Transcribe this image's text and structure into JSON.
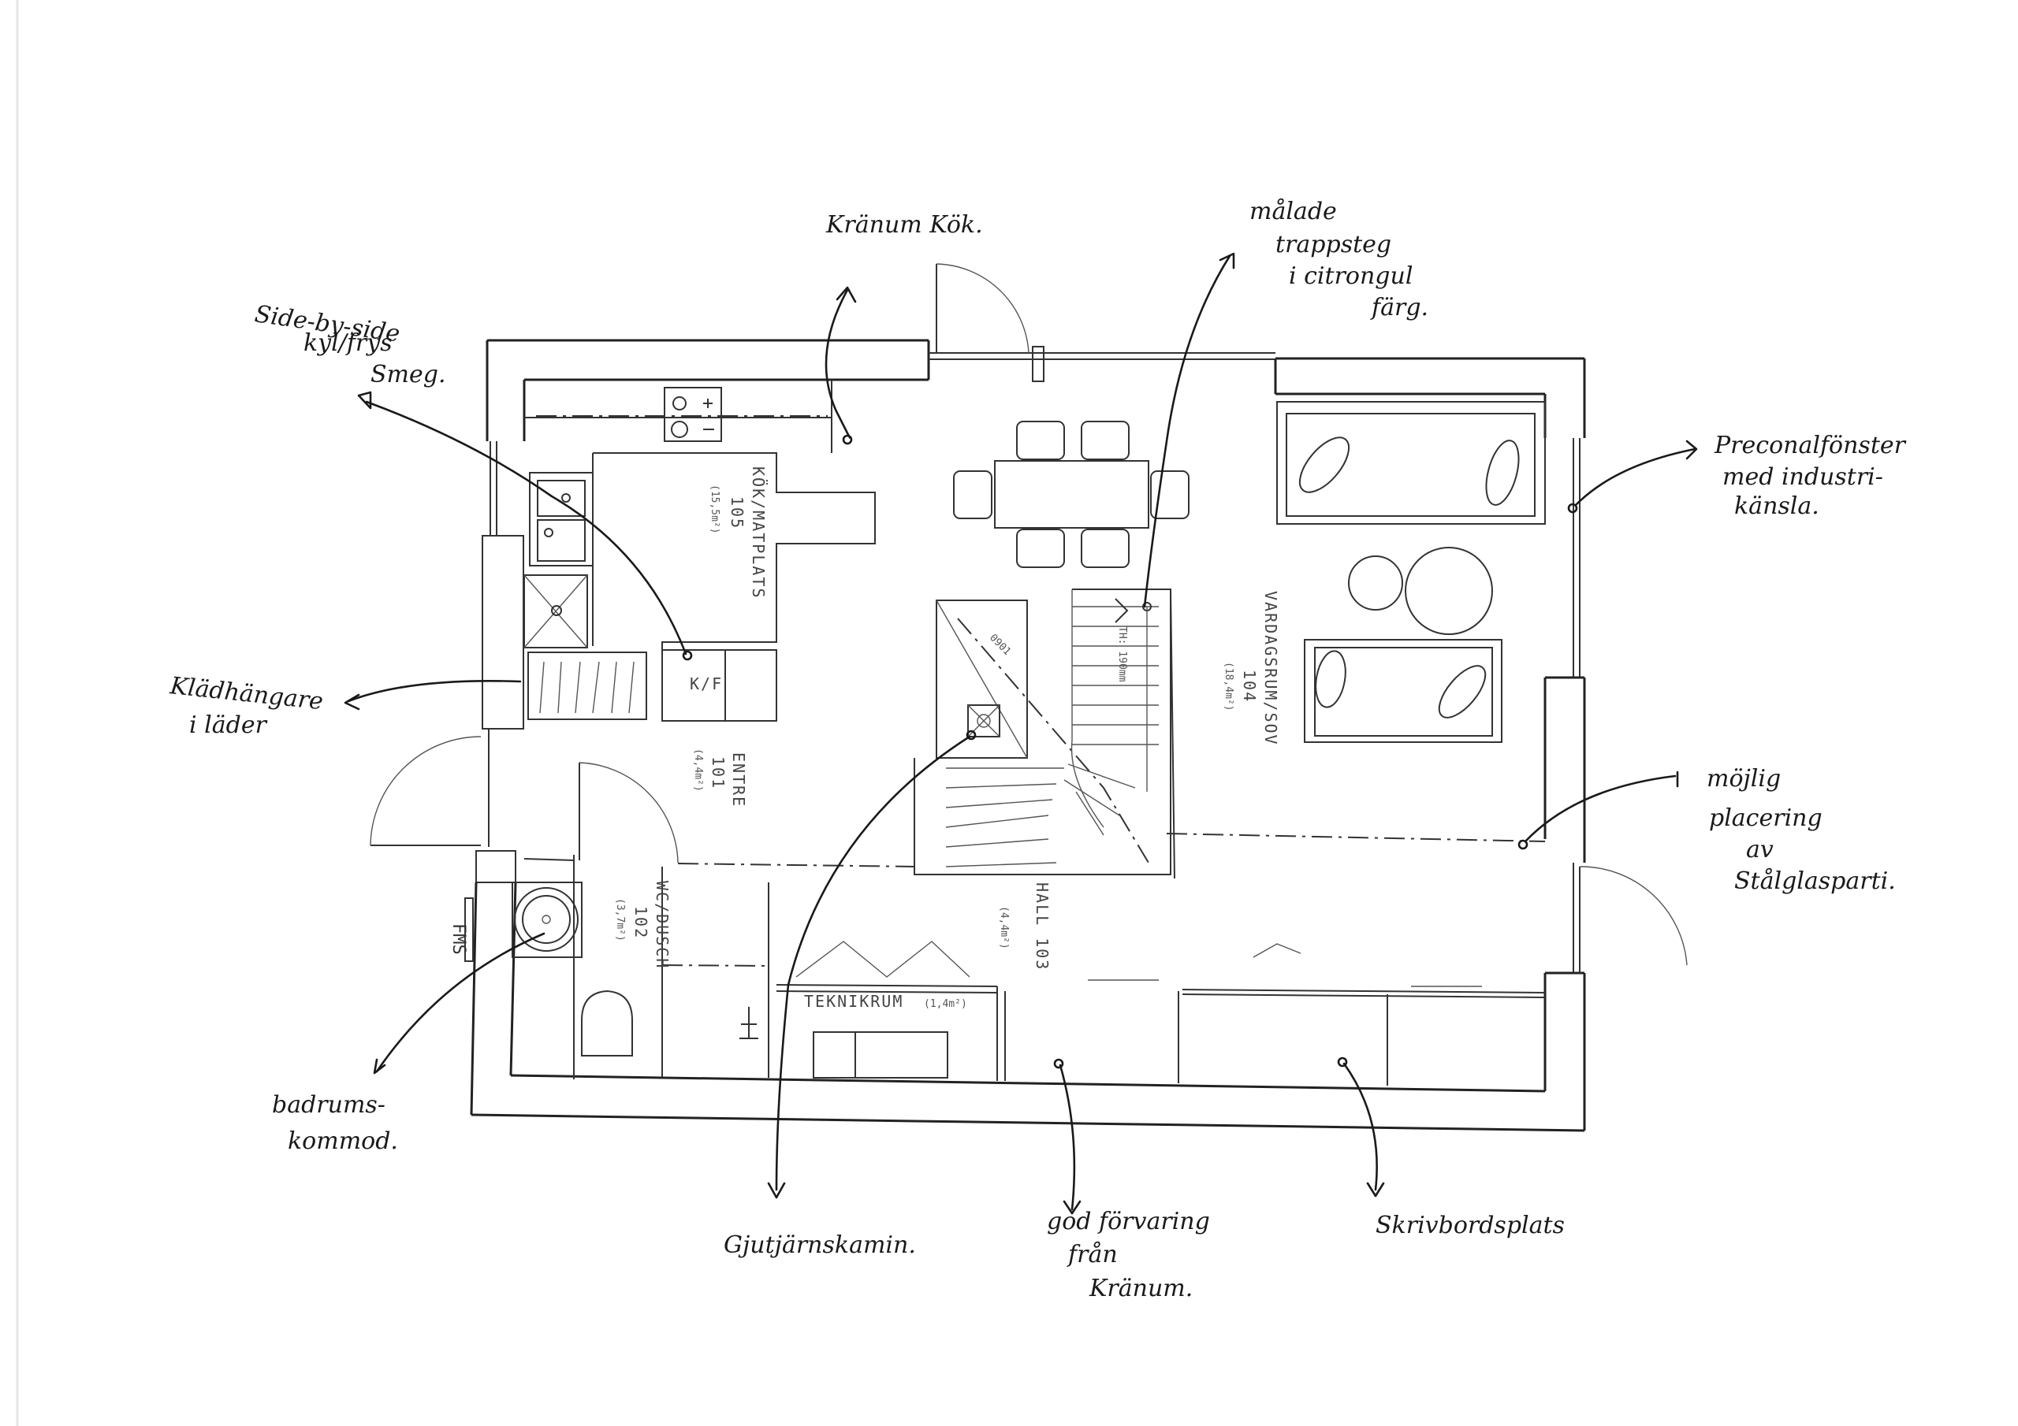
{
  "rooms": {
    "kok": {
      "name": "KÖK/MATPLATS",
      "number": "105",
      "area": "(15,5m²)"
    },
    "entre": {
      "name": "ENTRE",
      "number": "101",
      "area": "(4,4m²)"
    },
    "wc": {
      "name": "WC/DUSCH",
      "number": "102",
      "area": "(3,7m²)"
    },
    "hall": {
      "name": "HALL 103",
      "area": "(4,4m²)"
    },
    "vardagsrum": {
      "name": "VARDAGSRUM/SOV",
      "number": "104",
      "area": "(18,4m²)"
    },
    "teknikrum": {
      "name": "TEKNIKRUM",
      "area": "(1,4m²)"
    }
  },
  "labels": {
    "kf": "K/F",
    "fms": "FMS",
    "stair_height": "TH: 190mm",
    "stair_mark": "0901"
  },
  "annotations": {
    "kranum_kok": "Kränum Kök.",
    "side_by_side": [
      "Side-by-side",
      "kyl/frys",
      "Smeg."
    ],
    "malade_trappsteg": [
      "målade",
      "trappsteg",
      "i citrongul",
      "färg."
    ],
    "preconal": [
      "Preconalfönster",
      "med industri-",
      "känsla."
    ],
    "kladhangare": [
      "Klädhängare",
      "i läder"
    ],
    "mojlig_placering": [
      "möjlig",
      "placering",
      "av",
      "Stålglasparti."
    ],
    "badrums_kommod": [
      "badrums-",
      "kommod."
    ],
    "gjutjarnskamin": "Gjutjärnskamin.",
    "god_forvaring": [
      "god förvaring",
      "från",
      "Kränum."
    ],
    "skrivbordsplats": "Skrivbordsplats"
  }
}
